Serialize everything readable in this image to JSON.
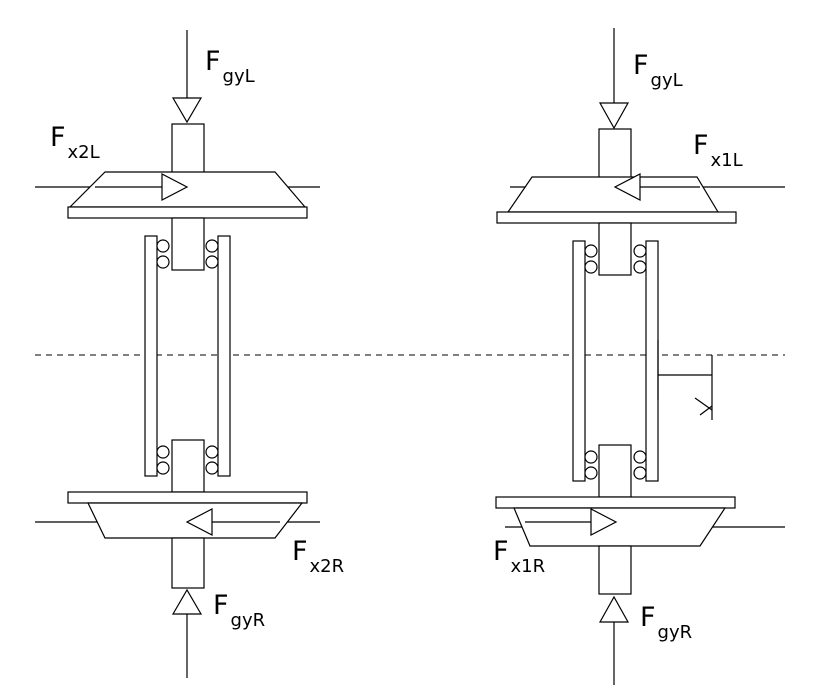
{
  "labels": {
    "left_top_force": {
      "main": "F",
      "sub": "gyL"
    },
    "left_axial_top": {
      "main": "F",
      "sub": "x2L"
    },
    "left_axial_bottom": {
      "main": "F",
      "sub": "x2R"
    },
    "left_bottom_force": {
      "main": "F",
      "sub": "gyR"
    },
    "right_top_force": {
      "main": "F",
      "sub": "gyL"
    },
    "right_axial_top": {
      "main": "F",
      "sub": "x1L"
    },
    "right_axial_bottom": {
      "main": "F",
      "sub": "x1R"
    },
    "right_bottom_force": {
      "main": "F",
      "sub": "gyR"
    }
  }
}
